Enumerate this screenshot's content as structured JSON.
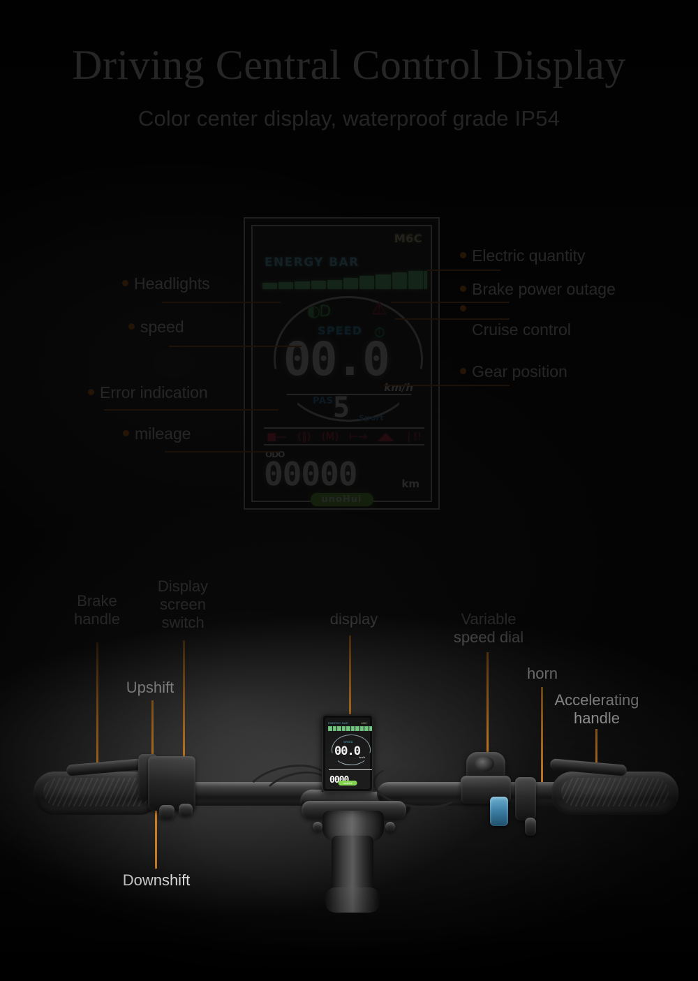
{
  "header": {
    "title": "Driving Central Control Display",
    "subtitle": "Color center display, waterproof grade IP54"
  },
  "display": {
    "model": "M6C",
    "energy_label": "ENERGY BAR",
    "energy_segments_total": 10,
    "energy_segments_on": 10,
    "speed_label": "SPEED",
    "speed_value": "00.0",
    "speed_unit": "km/h",
    "pas_label": "PAS",
    "gear_value": "5",
    "sport_label": "Sport",
    "odo_tag": "ODO",
    "odo_value": "00000",
    "odo_unit": "km",
    "brand": "unoHui",
    "icons": {
      "headlight": "headlight-icon",
      "warning": "warning-triangle-icon",
      "cruise": "cruise-control-icon"
    },
    "error_icons": [
      "battery-fault-icon",
      "brake-fault-icon",
      "motor-fault-icon",
      "controller-fault-icon",
      "throttle-fault-icon",
      "sensor-fault-icon"
    ]
  },
  "callouts_left": [
    {
      "label": "Headlights"
    },
    {
      "label": "speed"
    },
    {
      "label": "Error indication"
    },
    {
      "label": "mileage"
    }
  ],
  "callouts_right": [
    {
      "label": "Electric quantity"
    },
    {
      "label": "Brake power outage"
    },
    {
      "label": "Cruise control"
    },
    {
      "label": "Gear position"
    }
  ],
  "handlebar_labels": [
    {
      "label": "Brake\nhandle"
    },
    {
      "label": "Display\nscreen\nswitch"
    },
    {
      "label": "Upshift"
    },
    {
      "label": "display"
    },
    {
      "label": "Variable\nspeed dial"
    },
    {
      "label": "horn"
    },
    {
      "label": "Accelerating\nhandle"
    },
    {
      "label": "Downshift"
    }
  ],
  "handlebar_mini_display": {
    "energy_label": "ENERGY BAR",
    "model": "M6C",
    "speed_label": "SPEED",
    "speed_value": "00.0",
    "speed_unit": "km/h",
    "odo_value": "0000",
    "brand": "unoHui"
  },
  "colors": {
    "accent": "#ef8a2a",
    "lead_line": "#c07a3e",
    "lead_line_vertical": "#e08a28",
    "energy_green": "#8cf09e",
    "info_blue": "#56bfe6",
    "warn_red": "#e8496a",
    "brand_green": "#84d44f",
    "model_yellow": "#ece7b7",
    "background": "#0d0d0d",
    "text": "#ffffff"
  }
}
